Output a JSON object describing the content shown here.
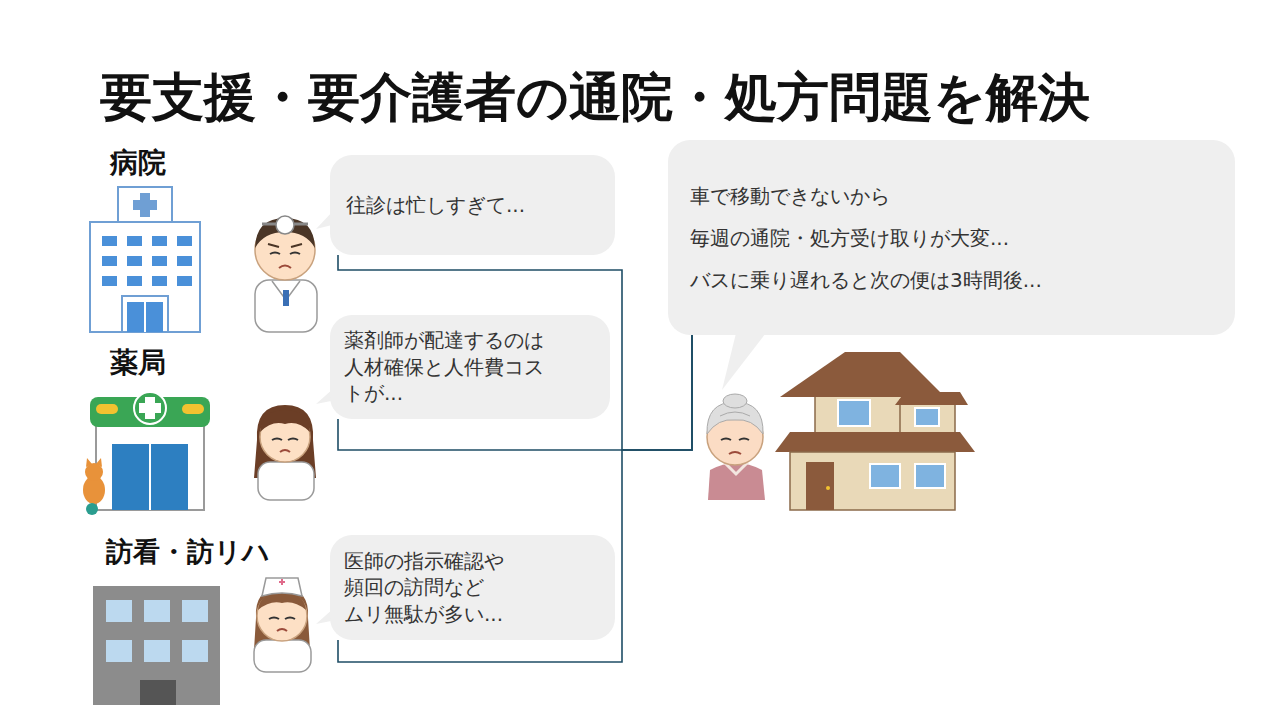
{
  "diagram": {
    "title": "要支援・要介護者の通院・処方問題を解決",
    "nodes": [
      {
        "text": [
          "往診は忙しすぎて..."
        ]
      },
      {
        "text": [
          "薬剤師が配達するのは 人材確保と人件費コストが..."
        ]
      },
      {
        "text": [
          "医師の指示確認や 頻回の訪問など ムリ無駄が多い..."
        ]
      },
      {
        "text": [
          "車で移動できないから",
          "毎週の通院・処方受け取りが大変...",
          "バスに乗り遅れると次の便は3時間後..."
        ]
      }
    ],
    "edges": [
      {
        "from": 0,
        "to": 3,
        "arrow": "none"
      },
      {
        "from": 1,
        "to": 3,
        "arrow": "none"
      },
      {
        "from": 2,
        "to": 3,
        "arrow": "none"
      }
    ],
    "labels": [
      "病院",
      "薬局",
      "訪看・訪リハ"
    ]
  }
}
